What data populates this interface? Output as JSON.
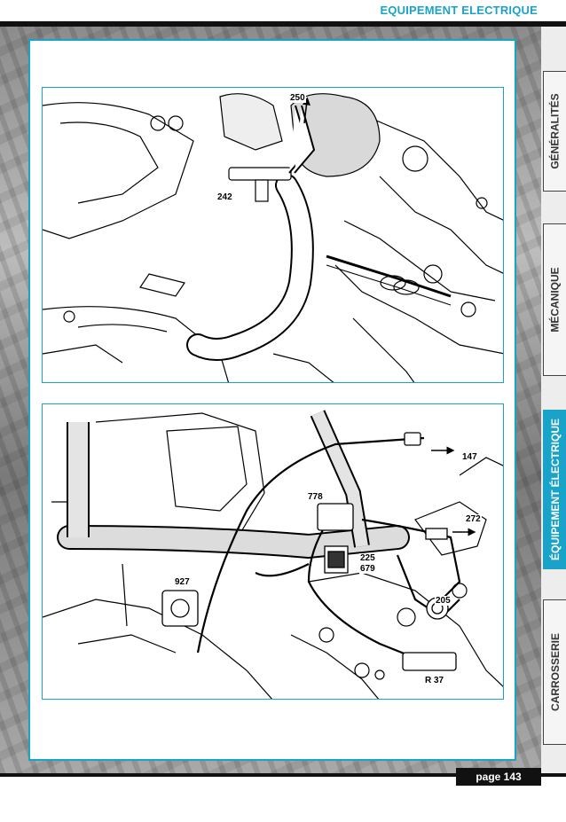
{
  "header": {
    "title": "EQUIPEMENT ELECTRIQUE"
  },
  "tabs": [
    {
      "label": "GÉNÉRALITÉS",
      "active": false
    },
    {
      "label": "MÉCANIQUE",
      "active": false
    },
    {
      "label": "ÉQUIPEMENT ÉLECTRIQUE",
      "active": true
    },
    {
      "label": "CARROSSERIE",
      "active": false
    }
  ],
  "figure1": {
    "callouts": {
      "c250": "250",
      "c242": "242"
    }
  },
  "figure2": {
    "callouts": {
      "c147": "147",
      "c778": "778",
      "c272": "272",
      "c225": "225",
      "c679": "679",
      "c927": "927",
      "c205": "205",
      "r37": "R 37"
    }
  },
  "footer": {
    "page": "page 143"
  },
  "colors": {
    "accent": "#1aa3c8",
    "dark": "#111111"
  }
}
